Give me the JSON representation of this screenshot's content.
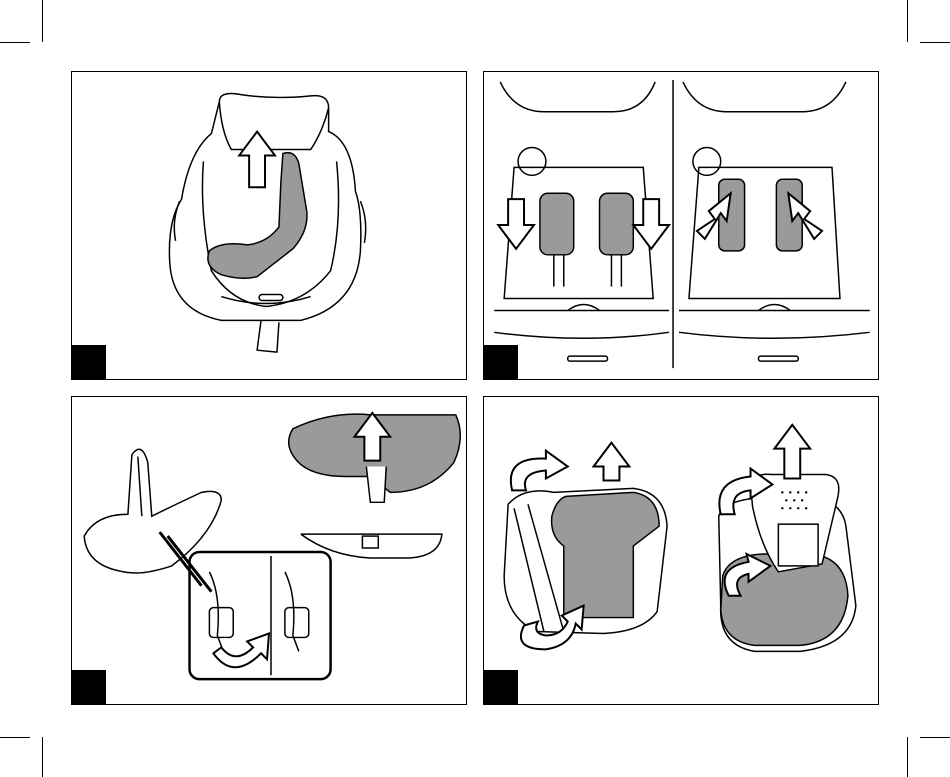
{
  "document": {
    "panels": [
      {
        "step_label": "",
        "illustration": "remove-seat-cushion"
      },
      {
        "step_label": "",
        "illustration": "shoulder-pad-adjust"
      },
      {
        "step_label": "",
        "illustration": "detach-cover-clips"
      },
      {
        "step_label": "",
        "illustration": "remove-seat-cover"
      }
    ]
  },
  "colors": {
    "ink": "#000000",
    "fill": "#9a9a9a",
    "paper": "#ffffff"
  }
}
